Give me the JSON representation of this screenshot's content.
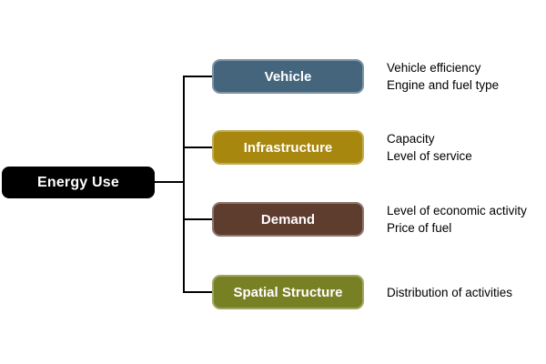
{
  "root": {
    "label": "Energy Use",
    "color": "#000000"
  },
  "colors": {
    "connector_line": "#000000",
    "background": "#ffffff",
    "box_text": "#ffffff",
    "detail_text": "#000000"
  },
  "branches": [
    {
      "label": "Vehicle",
      "color": "#45657d",
      "details": [
        "Vehicle efficiency",
        "Engine and fuel type"
      ]
    },
    {
      "label": "Infrastructure",
      "color": "#a8870e",
      "details": [
        "Capacity",
        "Level of service"
      ]
    },
    {
      "label": "Demand",
      "color": "#5e3c2e",
      "details": [
        "Level of economic activity",
        "Price of fuel"
      ]
    },
    {
      "label": "Spatial Structure",
      "color": "#788024",
      "details": [
        "Distribution of activities"
      ]
    }
  ]
}
